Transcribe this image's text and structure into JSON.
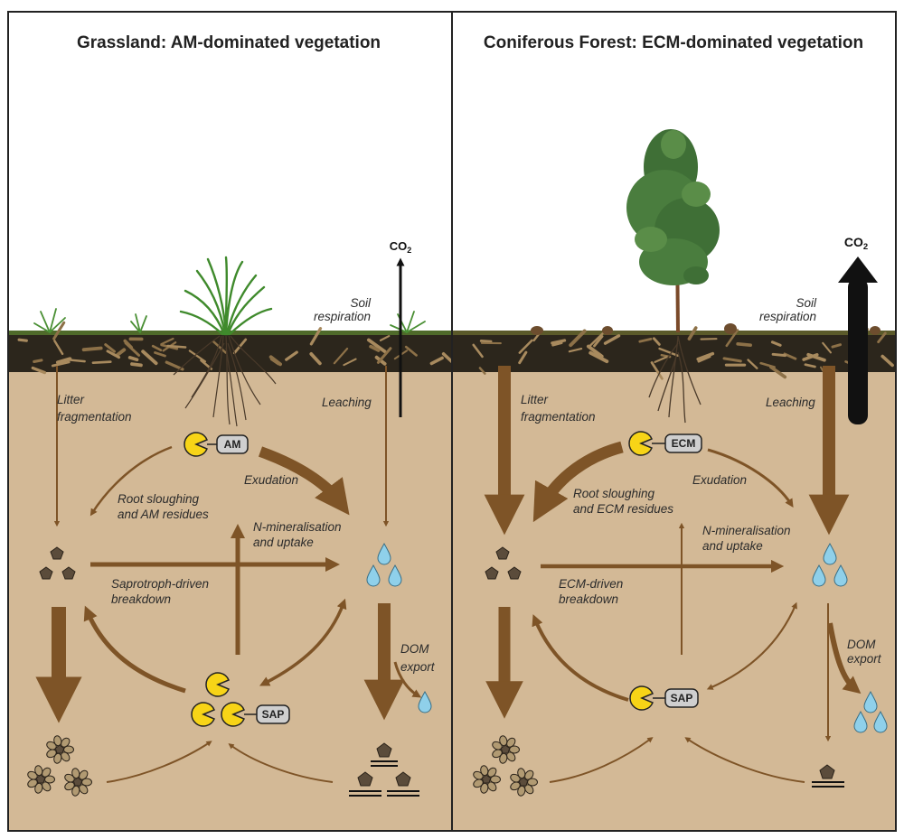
{
  "panels": {
    "left": {
      "title": "Grassland: AM-dominated vegetation",
      "co2_label": "CO",
      "co2_sub": "2",
      "soil_respiration_line1": "Soil",
      "soil_respiration_line2": "respiration",
      "litter_line1": "Litter",
      "litter_line2": "fragmentation",
      "leaching": "Leaching",
      "fungus_tag": "AM",
      "exudation": "Exudation",
      "root_line1": "Root sloughing",
      "root_line2": "and AM residues",
      "nmin_line1": "N-mineralisation",
      "nmin_line2": "and uptake",
      "breakdown_line1": "Saprotroph-driven",
      "breakdown_line2": "breakdown",
      "dom_line1": "DOM",
      "dom_line2": "export",
      "sap_tag": "SAP"
    },
    "right": {
      "title": "Coniferous Forest: ECM-dominated vegetation",
      "co2_label": "CO",
      "co2_sub": "2",
      "soil_respiration_line1": "Soil",
      "soil_respiration_line2": "respiration",
      "litter_line1": "Litter",
      "litter_line2": "fragmentation",
      "leaching": "Leaching",
      "fungus_tag": "ECM",
      "exudation": "Exudation",
      "root_line1": "Root sloughing",
      "root_line2": "and ECM residues",
      "nmin_line1": "N-mineralisation",
      "nmin_line2": "and uptake",
      "breakdown_line1": "ECM-driven",
      "breakdown_line2": "breakdown",
      "dom_line1": "DOM",
      "dom_line2": "export",
      "sap_tag": "SAP"
    }
  },
  "colors": {
    "soil": "#d3b996",
    "arrow": "#7e5427",
    "litter_layer": "#2c261c",
    "enzyme": "#f7d417",
    "water": "#8fd0ea",
    "organic_matter": "#5b4c3b"
  }
}
